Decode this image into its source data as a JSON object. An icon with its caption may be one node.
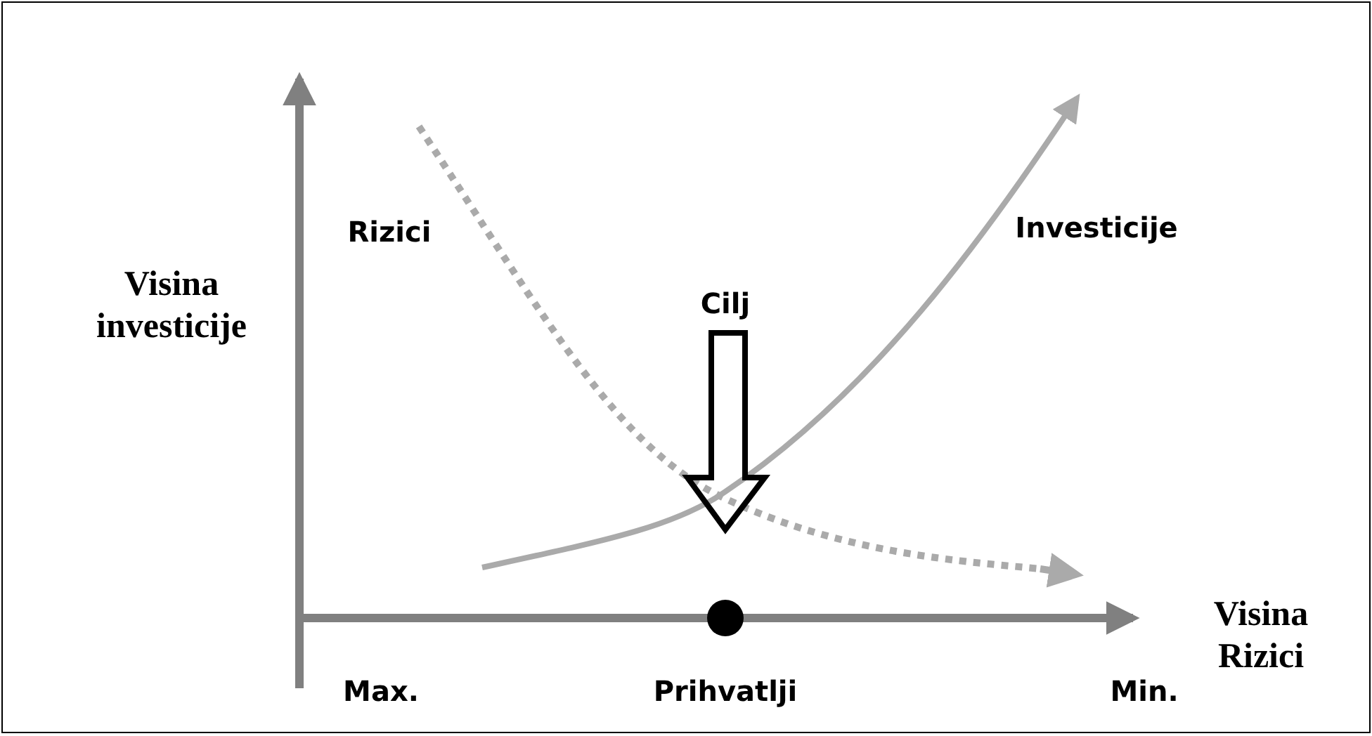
{
  "diagram": {
    "labels": [
      "Rizici",
      "Investicije",
      "Visina investicije",
      "Cilj",
      "Visina Rizici",
      "Max.",
      "Prihvatlji",
      "Min."
    ]
  }
}
